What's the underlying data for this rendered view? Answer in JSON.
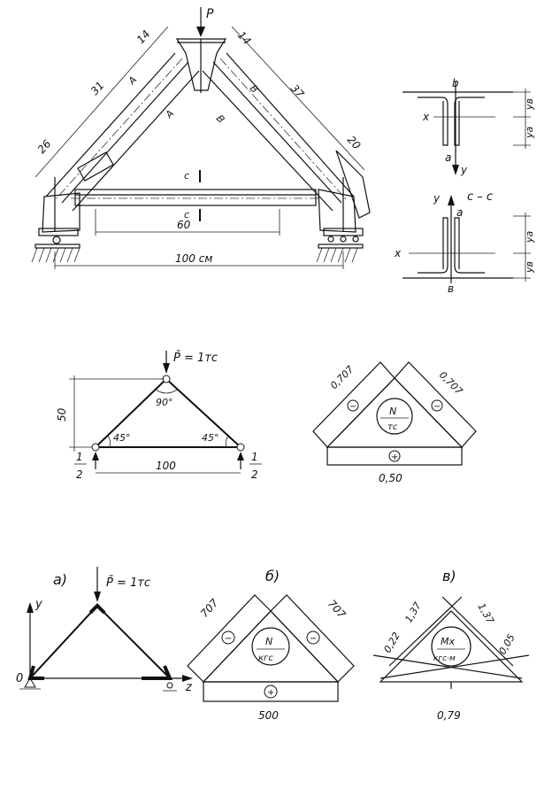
{
  "fig1": {
    "load_label": "P",
    "dims": [
      "14",
      "14",
      "31",
      "37",
      "26",
      "20",
      "60",
      "100 см"
    ],
    "section_marks": [
      "A",
      "A",
      "B",
      "B",
      "c",
      "c"
    ],
    "section_aa": {
      "top": "b",
      "bottom": "a",
      "x": "x",
      "y": "y",
      "ya": "ya",
      "yb": "yв"
    },
    "section_cc": {
      "title": "c – c",
      "top": "a",
      "bottom": "в",
      "x": "x",
      "y": "y",
      "ya": "ya",
      "yb": "yв"
    }
  },
  "fig2": {
    "load_label": "P̄ = 1тс",
    "height": "50",
    "span": "100",
    "angle_top": "90°",
    "angle_left": "45°",
    "angle_right": "45°",
    "reaction_left_num": "1",
    "reaction_left_den": "2",
    "reaction_right_num": "1",
    "reaction_right_den": "2"
  },
  "fig3": {
    "left_value": "0,707",
    "right_value": "0,707",
    "bottom_value": "0,50",
    "unit_top": "N",
    "unit_bottom": "тс",
    "sign_left": "−",
    "sign_right": "−",
    "sign_bottom": "+"
  },
  "fig4": {
    "label_a": "а)",
    "label_b": "б)",
    "label_v": "в)",
    "load_label": "P̄ = 1тс",
    "axis_y": "y",
    "axis_z": "z",
    "origin": "0",
    "n_left": "707",
    "n_right": "707",
    "n_bottom": "500",
    "n_unit_top": "N",
    "n_unit_bottom": "кгс",
    "m_vals": [
      "1,37",
      "1,37",
      "0,22",
      "0,05"
    ],
    "m_bottom": "0,79",
    "m_unit_top": "Mx",
    "m_unit_bottom": "кгс·м"
  }
}
